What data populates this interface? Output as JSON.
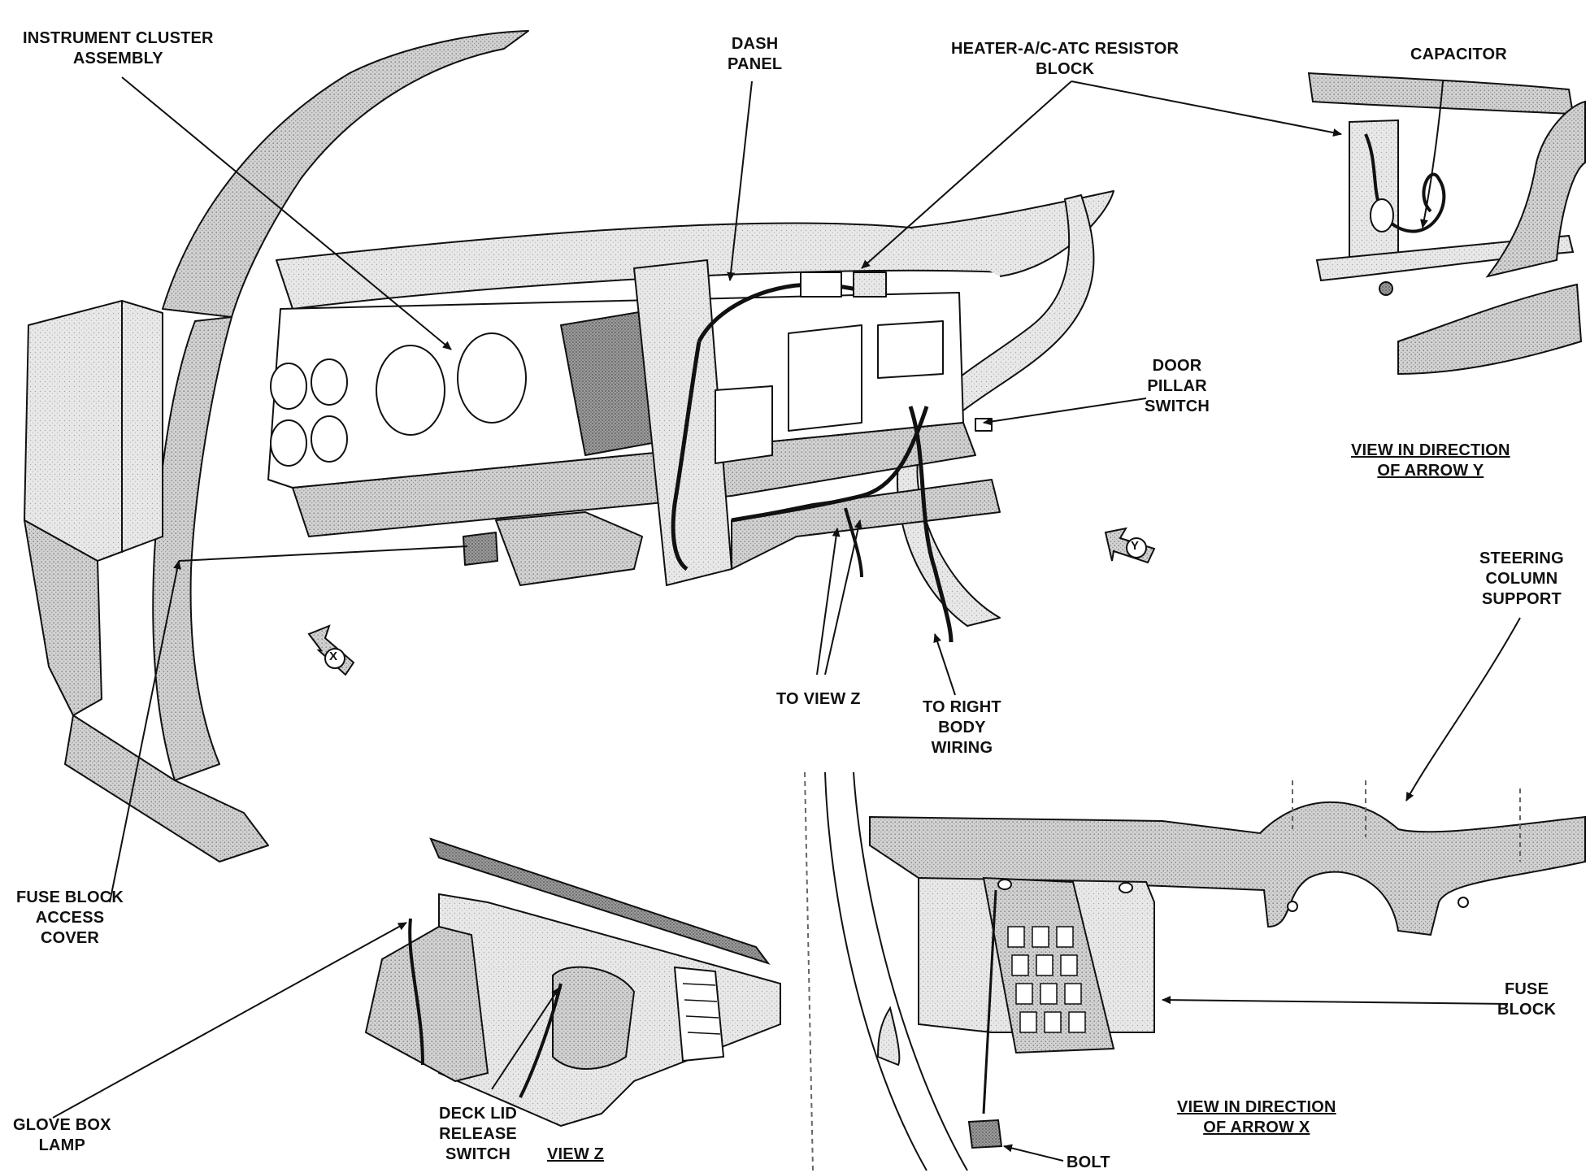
{
  "labels": {
    "instrument_cluster": "INSTRUMENT CLUSTER\nASSEMBLY",
    "dash_panel": "DASH\nPANEL",
    "heater_resistor": "HEATER-A/C-ATC RESISTOR\nBLOCK",
    "capacitor": "CAPACITOR",
    "door_pillar_switch": "DOOR\nPILLAR\nSWITCH",
    "view_arrow_y": "VIEW IN DIRECTION\nOF ARROW Y",
    "steering_column_support": "STEERING\nCOLUMN\nSUPPORT",
    "to_view_z": "TO VIEW Z",
    "to_right_body_wiring": "TO RIGHT\nBODY\nWIRING",
    "fuse_block_access_cover": "FUSE BLOCK\nACCESS\nCOVER",
    "fuse_block": "FUSE\nBLOCK",
    "view_arrow_x": "VIEW IN DIRECTION\nOF ARROW X",
    "bolt": "BOLT",
    "glove_box_lamp": "GLOVE BOX\nLAMP",
    "deck_lid_release_switch": "DECK LID\nRELEASE\nSWITCH",
    "view_z": "VIEW Z",
    "arrow_x_tag": "X",
    "arrow_y_tag": "Y"
  }
}
